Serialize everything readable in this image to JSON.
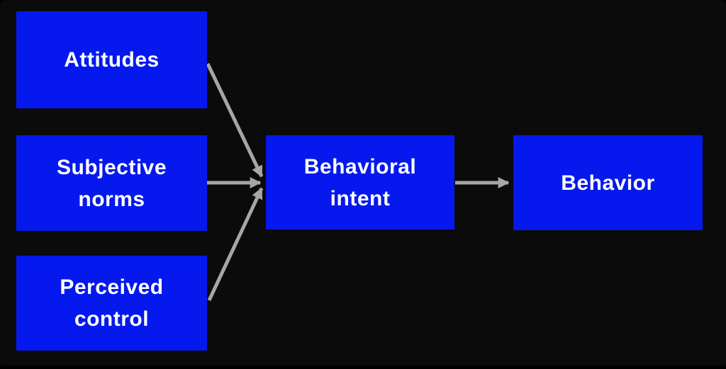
{
  "diagram": {
    "nodes": [
      {
        "id": "attitudes",
        "label": "Attitudes"
      },
      {
        "id": "subjective-norms",
        "label": "Subjective\nnorms"
      },
      {
        "id": "perceived-control",
        "label": "Perceived\ncontrol"
      },
      {
        "id": "behavioral-intent",
        "label": "Behavioral\nintent"
      },
      {
        "id": "behavior",
        "label": "Behavior"
      }
    ],
    "edges": [
      {
        "from": "attitudes",
        "to": "behavioral-intent"
      },
      {
        "from": "subjective-norms",
        "to": "behavioral-intent"
      },
      {
        "from": "perceived-control",
        "to": "behavioral-intent"
      },
      {
        "from": "behavioral-intent",
        "to": "behavior"
      }
    ]
  },
  "colors": {
    "background": "#0b0b0b",
    "box_fill": "#0519ee",
    "box_text": "#ffffff",
    "arrow": "#a6a6a6"
  }
}
